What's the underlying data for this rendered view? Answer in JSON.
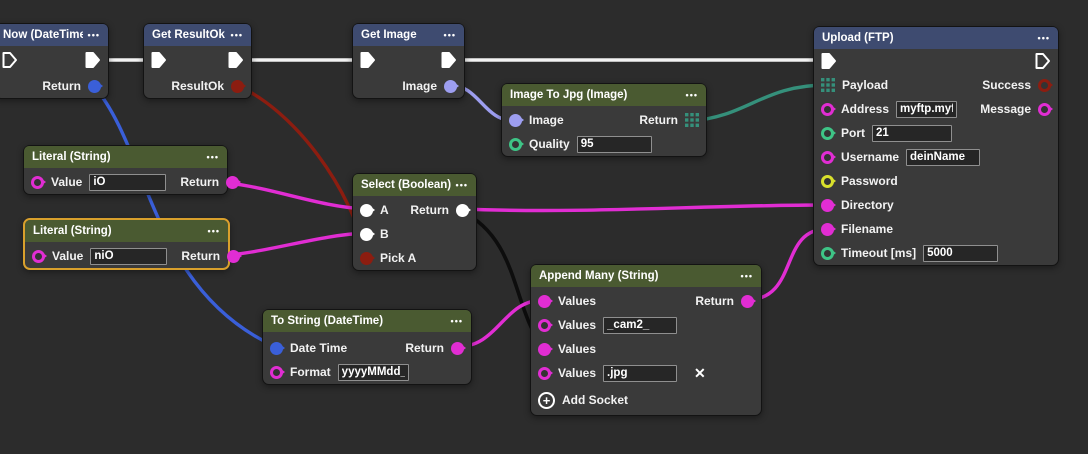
{
  "ui": {
    "menu_icon": "•••",
    "remove_icon": "✕",
    "add_icon": "+"
  },
  "palette": {
    "background": "#2c2c2c",
    "node_body": "#3a3a3a",
    "header_blue": "#3e4b70",
    "header_green": "#4a5a31",
    "selected_border": "#d9a02c",
    "magenta": "#e12dd3",
    "blue": "#3a5fd9",
    "dark_red": "#8c1d10",
    "lavender": "#9d9ef0",
    "teal": "#35907b",
    "green": "#3ec486",
    "yellow": "#d9e02c",
    "white": "#ffffff",
    "exec_wire": "#f2f2f2",
    "black_wire": "#0d0d0d"
  },
  "nodes": [
    {
      "id": "now",
      "title": "Now (DateTime)",
      "outputs": {
        "return": {
          "label": "Return",
          "type": "datetime"
        }
      }
    },
    {
      "id": "get_resultok",
      "title": "Get ResultOk",
      "outputs": {
        "resultok": {
          "label": "ResultOk",
          "type": "boolean"
        }
      }
    },
    {
      "id": "get_image",
      "title": "Get Image",
      "outputs": {
        "image": {
          "label": "Image",
          "type": "image"
        }
      }
    },
    {
      "id": "image_to_jpg",
      "title": "Image To Jpg (Image)",
      "inputs": {
        "image": {
          "label": "Image"
        },
        "quality": {
          "label": "Quality",
          "value": "95"
        }
      },
      "outputs": {
        "return": {
          "label": "Return",
          "type": "bytes"
        }
      }
    },
    {
      "id": "upload_ftp",
      "title": "Upload (FTP)",
      "inputs": {
        "payload": {
          "label": "Payload"
        },
        "address": {
          "label": "Address",
          "value": "myftp.myfactor"
        },
        "port": {
          "label": "Port",
          "value": "21"
        },
        "username": {
          "label": "Username",
          "value": "deinName"
        },
        "password": {
          "label": "Password"
        },
        "directory": {
          "label": "Directory"
        },
        "filename": {
          "label": "Filename"
        },
        "timeout": {
          "label": "Timeout [ms]",
          "value": "5000"
        }
      },
      "outputs": {
        "success": {
          "label": "Success"
        },
        "message": {
          "label": "Message"
        }
      }
    },
    {
      "id": "literal_1",
      "title": "Literal (String)",
      "inputs": {
        "value": {
          "label": "Value",
          "value": "iO"
        }
      },
      "outputs": {
        "return": {
          "label": "Return"
        }
      }
    },
    {
      "id": "literal_2",
      "title": "Literal (String)",
      "selected": true,
      "inputs": {
        "value": {
          "label": "Value",
          "value": "niO"
        }
      },
      "outputs": {
        "return": {
          "label": "Return"
        }
      }
    },
    {
      "id": "select_bool",
      "title": "Select (Boolean)",
      "inputs": {
        "a": {
          "label": "A"
        },
        "b": {
          "label": "B"
        },
        "pick_a": {
          "label": "Pick A"
        }
      },
      "outputs": {
        "return": {
          "label": "Return"
        }
      }
    },
    {
      "id": "to_string",
      "title": "To String (DateTime)",
      "inputs": {
        "datetime": {
          "label": "Date Time"
        },
        "format": {
          "label": "Format",
          "value": "yyyyMMdd_HH"
        }
      },
      "outputs": {
        "return": {
          "label": "Return"
        }
      }
    },
    {
      "id": "append_many",
      "title": "Append Many (String)",
      "inputs": {
        "values1": {
          "label": "Values"
        },
        "values2": {
          "label": "Values",
          "value": "_cam2_"
        },
        "values3": {
          "label": "Values"
        },
        "values4": {
          "label": "Values",
          "value": ".jpg"
        }
      },
      "outputs": {
        "return": {
          "label": "Return"
        }
      },
      "footer": {
        "add_socket_label": "Add Socket"
      }
    }
  ],
  "connections": [
    {
      "from": "Now (DateTime).exec-out",
      "to": "Get ResultOk.exec-in",
      "color": "exec_wire"
    },
    {
      "from": "Get ResultOk.exec-out",
      "to": "Get Image.exec-in",
      "color": "exec_wire"
    },
    {
      "from": "Get Image.exec-out",
      "to": "Upload (FTP).exec-in",
      "color": "exec_wire"
    },
    {
      "from": "Now (DateTime).Return",
      "to": "To String (DateTime).Date Time",
      "color": "blue"
    },
    {
      "from": "Get ResultOk.ResultOk",
      "to": "Select (Boolean).Pick A",
      "color": "dark_red"
    },
    {
      "from": "Get Image.Image",
      "to": "Image To Jpg (Image).Image",
      "color": "lavender"
    },
    {
      "from": "Image To Jpg (Image).Return",
      "to": "Upload (FTP).Payload",
      "color": "teal"
    },
    {
      "from": "Literal (String)[iO].Return",
      "to": "Select (Boolean).A",
      "color": "magenta"
    },
    {
      "from": "Literal (String)[niO].Return",
      "to": "Select (Boolean).B",
      "color": "magenta"
    },
    {
      "from": "Select (Boolean).Return",
      "to": "Upload (FTP).Directory",
      "color": "magenta"
    },
    {
      "from": "Select (Boolean).Return",
      "to": "Append Many (String).Values[3]",
      "color": "black_wire"
    },
    {
      "from": "To String (DateTime).Return",
      "to": "Append Many (String).Values[1]",
      "color": "magenta"
    },
    {
      "from": "Append Many (String).Return",
      "to": "Upload (FTP).Filename",
      "color": "magenta"
    }
  ]
}
